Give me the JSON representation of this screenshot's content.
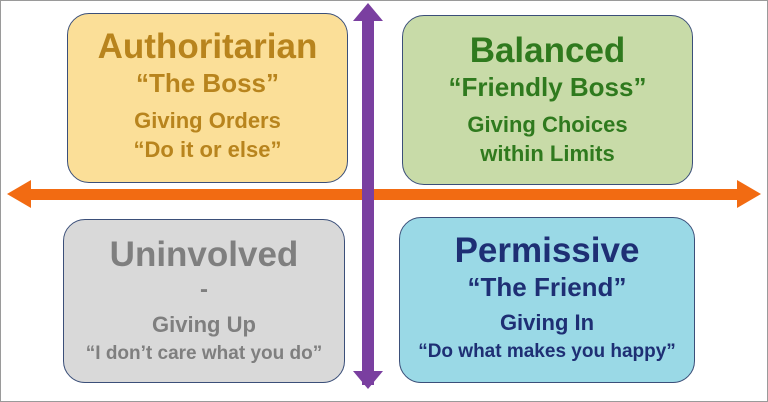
{
  "quadrants": {
    "authoritarian": {
      "title": "Authoritarian",
      "nickname": "“The Boss”",
      "line1": "Giving Orders",
      "line2": "“Do it or else”"
    },
    "balanced": {
      "title": "Balanced",
      "nickname": "“Friendly Boss”",
      "line1": "Giving Choices",
      "line2": "within Limits"
    },
    "uninvolved": {
      "title": "Uninvolved",
      "nickname": "-",
      "line1": "Giving Up",
      "line2": "“I don’t care what you do”"
    },
    "permissive": {
      "title": "Permissive",
      "nickname": "“The Friend”",
      "line1": "Giving In",
      "line2": "“Do what makes you happy”"
    }
  },
  "colors": {
    "horizontal_arrow": "#f26b12",
    "vertical_arrow": "#7a3fa0"
  }
}
